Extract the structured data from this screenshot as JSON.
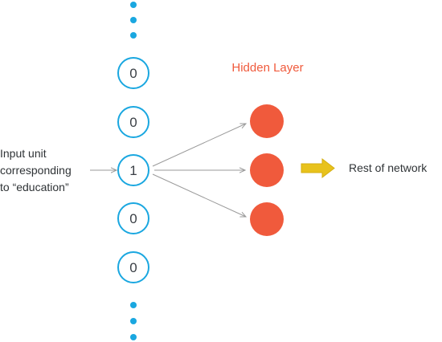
{
  "input_column": {
    "values": [
      "0",
      "0",
      "1",
      "0",
      "0"
    ]
  },
  "input_label": {
    "line1": "Input unit",
    "line2": "corresponding",
    "line3": "to “education”"
  },
  "hidden_layer": {
    "title": "Hidden Layer",
    "node_count": 3
  },
  "output": {
    "label": "Rest of network"
  },
  "colors": {
    "input_node_stroke": "#1aa7e0",
    "ellipsis_dots": "#1aa7e0",
    "hidden_node": "#f05a3c",
    "hidden_title": "#f05a3c",
    "connection": "#9a9a9a",
    "rest_arrow": "#e8c21c",
    "text": "#2f3336"
  }
}
